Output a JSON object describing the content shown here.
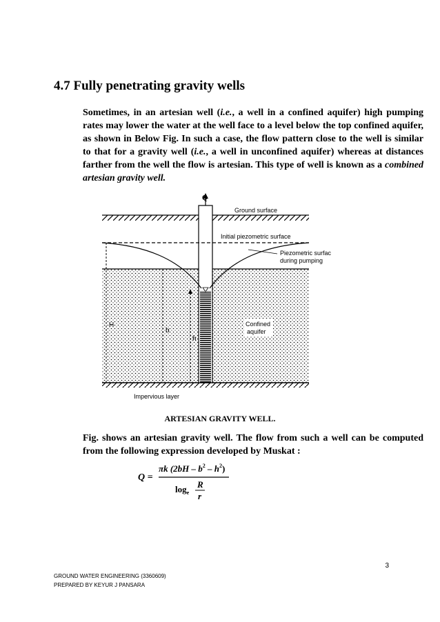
{
  "heading": "4.7 Fully penetrating gravity wells",
  "paragraph1": {
    "before": "Sometimes, in an artesian well (",
    "ie1": "i.e.",
    "mid1": ", a well in a confined aquifer) high pumping rates may lower the water at the well face to a level below the top confined aquifer, as shown in Below Fig. In such a case, the flow pattern close to the well is similar to that for a gravity well (",
    "ie2": "i.e.",
    "mid2": ", a well in unconfined aquifer) whereas at distances farther from the well the flow is artesian. This type of well is known as a ",
    "term": "combined artesian gravity well."
  },
  "figure": {
    "q": "Q",
    "ground_surface": "Ground surface",
    "initial_piezometric": "Initial piezometric surface",
    "piezometric_pumping_1": "Piezometric surface",
    "piezometric_pumping_2": "during pumping",
    "h_upper": "H",
    "b": "b",
    "h_lower": "h",
    "confined_1": "Confined",
    "confined_2": "aquifer",
    "impervious": "Impervious layer"
  },
  "caption": "ARTESIAN GRAVITY WELL.",
  "paragraph2": "Fig. shows an artesian gravity well. The flow from such a well can be computed from the following expression developed by Muskat :",
  "formula": {
    "lhs": "Q =",
    "num_pre": "πk (2bH – b",
    "sup1": "2",
    "num_mid": " – h",
    "sup2": "2",
    "num_post": ")",
    "log": "log",
    "log_sub": "e",
    "R": "R",
    "r": "r"
  },
  "page_number": "3",
  "footer": {
    "line1": "GROUND WATER ENGINEERING (3360609)",
    "line2": "PREPARED BY KEYUR J PANSARA"
  }
}
